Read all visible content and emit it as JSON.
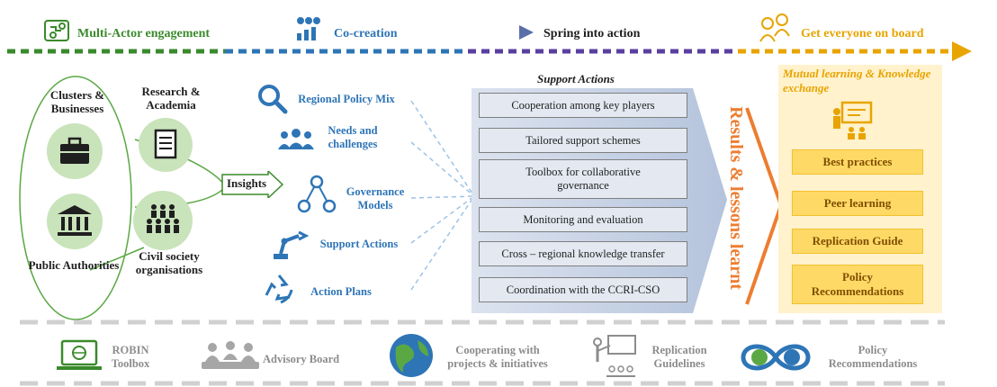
{
  "phases": [
    {
      "label": "Multi-Actor engagement",
      "icon": "puzzle-people-icon"
    },
    {
      "label": "Co-creation",
      "icon": "bar-growth-icon"
    },
    {
      "label": "Spring into action",
      "icon": "play-triangle-icon"
    },
    {
      "label": "Get everyone on board",
      "icon": "team-people-icon"
    }
  ],
  "stakeholders": {
    "clusters": "Clusters & Businesses",
    "research": "Research & Academia",
    "public": "Public Authorities",
    "civil": "Civil society organisations"
  },
  "insights_label": "Insights",
  "activities": [
    {
      "label": "Regional Policy Mix",
      "icon": "magnifier-icon"
    },
    {
      "label": "Needs and challenges",
      "icon": "group-icon"
    },
    {
      "label": "Governance Models",
      "icon": "network-icon"
    },
    {
      "label": "Support Actions",
      "icon": "robot-arm-icon"
    },
    {
      "label": "Action Plans",
      "icon": "recycle-icon"
    }
  ],
  "support_actions": {
    "title": "Support Actions",
    "items": [
      "Cooperation among key players",
      "Tailored support schemes",
      "Toolbox for collaborative governance",
      "Monitoring and evaluation",
      "Cross – regional knowledge transfer",
      "Coordination with the CCRI-CSO"
    ]
  },
  "results_label": "Results & lessons learnt",
  "mutual_learning": {
    "title": "Mutual learning & Knowledge exchange",
    "items": [
      "Best practices",
      "Peer learning",
      "Replication Guide",
      "Policy Recommendations"
    ]
  },
  "bottom": [
    {
      "label": "ROBIN Toolbox",
      "icon": "laptop-globe-icon"
    },
    {
      "label": "Advisory Board",
      "icon": "board-meeting-icon"
    },
    {
      "label": "Cooperating with projects & initiatives",
      "icon": "globe-icon"
    },
    {
      "label": "Replication Guidelines",
      "icon": "presenter-icon"
    },
    {
      "label": "Policy Recommendations",
      "icon": "infinity-globe-icon"
    }
  ],
  "colors": {
    "green": "#3a8a2c",
    "blue": "#2e75b6",
    "orange": "#ed7d31",
    "yellow": "#ffd966",
    "yellow_bg": "#fff2cc",
    "gray": "#bfbfbf"
  }
}
